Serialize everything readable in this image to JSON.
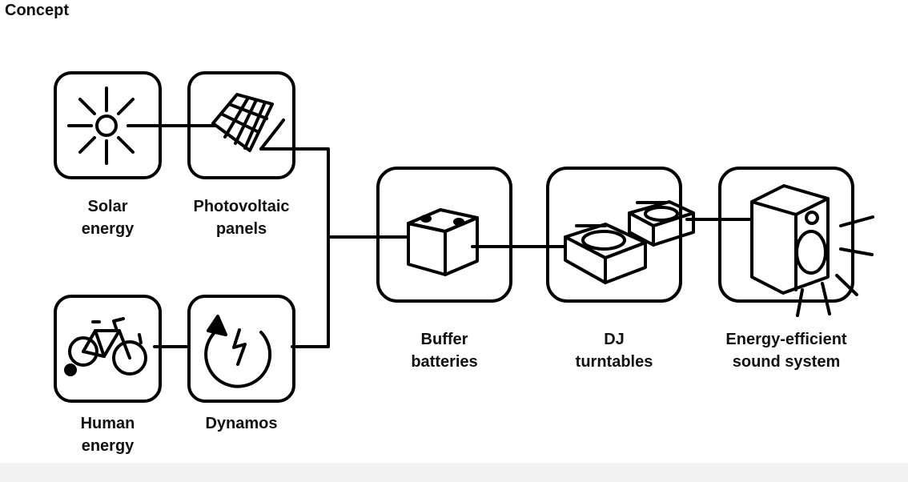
{
  "title": "Concept",
  "nodes": {
    "solar": {
      "line1": "Solar",
      "line2": "energy",
      "icon": "sun-icon"
    },
    "pv": {
      "line1": "Photovoltaic",
      "line2": "panels",
      "icon": "solar-panel-icon"
    },
    "human": {
      "line1": "Human",
      "line2": "energy",
      "icon": "bicycle-icon"
    },
    "dynamos": {
      "line1": "Dynamos",
      "line2": "",
      "icon": "dynamo-icon"
    },
    "battery": {
      "line1": "Buffer",
      "line2": "batteries",
      "icon": "battery-icon"
    },
    "dj": {
      "line1": "DJ",
      "line2": "turntables",
      "icon": "turntables-icon"
    },
    "speaker": {
      "line1": "Energy-efficient",
      "line2": "sound system",
      "icon": "speaker-icon"
    }
  }
}
